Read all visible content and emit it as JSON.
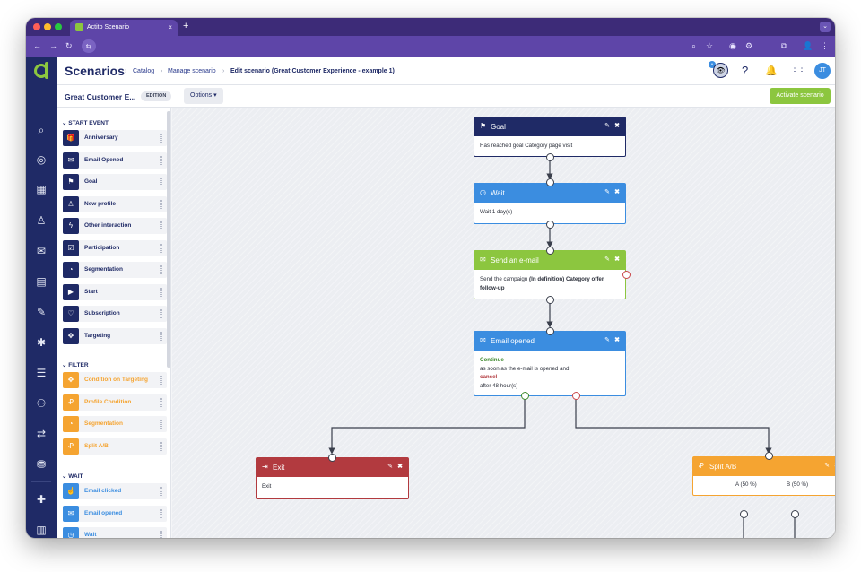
{
  "browser": {
    "tab_title": "Actito Scenario",
    "tab_close": "×",
    "new_tab": "+",
    "tabs_menu": "⌄",
    "back": "←",
    "forward": "→",
    "reload": "↻",
    "site_info": "⇆",
    "zoom": "⌕",
    "star": "☆",
    "extension_a": "◉",
    "extension_b": "⚙",
    "extensions": "⧉",
    "profile": "👤",
    "menu": "⋮"
  },
  "header": {
    "title": "Scenarios",
    "breadcrumbs": [
      "Catalog",
      "Manage scenario",
      "Edit scenario (Great Customer Experience - example 1)"
    ],
    "breadcrumb_sep": "›",
    "help": "?",
    "bell": "🔔",
    "apps": "⋮⋮",
    "owl": "👁",
    "owl_badge": "•",
    "avatar": "JT"
  },
  "subheader": {
    "scenario_name": "Great Customer E...",
    "edition_badge": "EDITION",
    "options_label": "Options ▾",
    "activate_label": "Activate scenario"
  },
  "rail": [
    "⌕",
    "◎",
    "▦",
    "♙",
    "✉",
    "▤",
    "✎",
    "✱",
    "☰",
    "⚇",
    "⇄",
    "⛃",
    "✚",
    "▥"
  ],
  "palette": {
    "start_event_title": "START EVENT",
    "filter_title": "FILTER",
    "wait_title": "WAIT",
    "section_toggle": "⌄",
    "start_events": [
      {
        "label": "Anniversary",
        "icon": "🎁"
      },
      {
        "label": "Email Opened",
        "icon": "✉"
      },
      {
        "label": "Goal",
        "icon": "⚑"
      },
      {
        "label": "New profile",
        "icon": "♙"
      },
      {
        "label": "Other interaction",
        "icon": "ϟ"
      },
      {
        "label": "Participation",
        "icon": "☑"
      },
      {
        "label": "Segmentation",
        "icon": "◔"
      },
      {
        "label": "Start",
        "icon": "▶"
      },
      {
        "label": "Subscription",
        "icon": "♡"
      },
      {
        "label": "Targeting",
        "icon": "✥"
      }
    ],
    "filters": [
      {
        "label": "Condition on Targeting",
        "icon": "✥"
      },
      {
        "label": "Profile Condition",
        "icon": "Ꝓ"
      },
      {
        "label": "Segmentation",
        "icon": "◔"
      },
      {
        "label": "Split A/B",
        "icon": "Ꝓ"
      }
    ],
    "waits": [
      {
        "label": "Email clicked",
        "icon": "☝"
      },
      {
        "label": "Email opened",
        "icon": "✉"
      },
      {
        "label": "Wait",
        "icon": "◷"
      }
    ]
  },
  "colors": {
    "navy": "#1f2a66",
    "blue": "#3b8de0",
    "green": "#8cc63f",
    "red": "#b23a3f",
    "orange": "#f5a431"
  },
  "nodes": {
    "edit_icon": "✎",
    "close_icon": "✖",
    "goal": {
      "title": "Goal",
      "icon": "⚑",
      "body": "Has reached goal Category page visit"
    },
    "wait": {
      "title": "Wait",
      "icon": "◷",
      "body": "Wait 1 day(s)"
    },
    "send_email": {
      "title": "Send an e-mail",
      "icon": "✉",
      "body_prefix": "Send the campaign ",
      "body_bold": "(In definition) Category offer follow-up"
    },
    "email_opened": {
      "title": "Email opened",
      "icon": "✉",
      "continue": "Continue",
      "continue_desc": "as soon as the e-mail is opened and",
      "cancel": "cancel",
      "cancel_desc": "after 48 hour(s)"
    },
    "exit": {
      "title": "Exit",
      "icon": "⇥",
      "body": "Exit"
    },
    "split": {
      "title": "Split A/B",
      "icon": "Ꝓ",
      "branch_a": "A (50 %)",
      "branch_b": "B (50 %)"
    }
  }
}
